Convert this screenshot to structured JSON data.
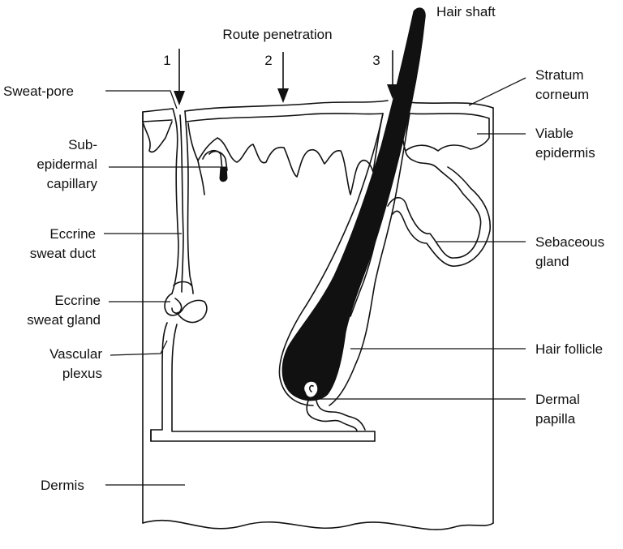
{
  "title": "Route penetration",
  "routes": [
    {
      "label": "1"
    },
    {
      "label": "2"
    },
    {
      "label": "3"
    }
  ],
  "labels": {
    "hair_shaft": "Hair shaft",
    "sweat_pore": "Sweat-pore",
    "stratum_corneum": [
      "Stratum",
      "corneum"
    ],
    "subepidermal_capillary": [
      "Sub-",
      "epidermal",
      "capillary"
    ],
    "viable_epidermis": [
      "Viable",
      "epidermis"
    ],
    "eccrine_sweat_duct": [
      "Eccrine",
      "sweat duct"
    ],
    "sebaceous_gland": [
      "Sebaceous",
      "gland"
    ],
    "eccrine_sweat_gland": [
      "Eccrine",
      "sweat gland"
    ],
    "vascular_plexus": [
      "Vascular",
      "plexus"
    ],
    "hair_follicle": "Hair follicle",
    "dermal_papilla": [
      "Dermal",
      "papilla"
    ],
    "dermis": "Dermis"
  },
  "colors": {
    "ink": "#111111",
    "background": "#ffffff"
  }
}
